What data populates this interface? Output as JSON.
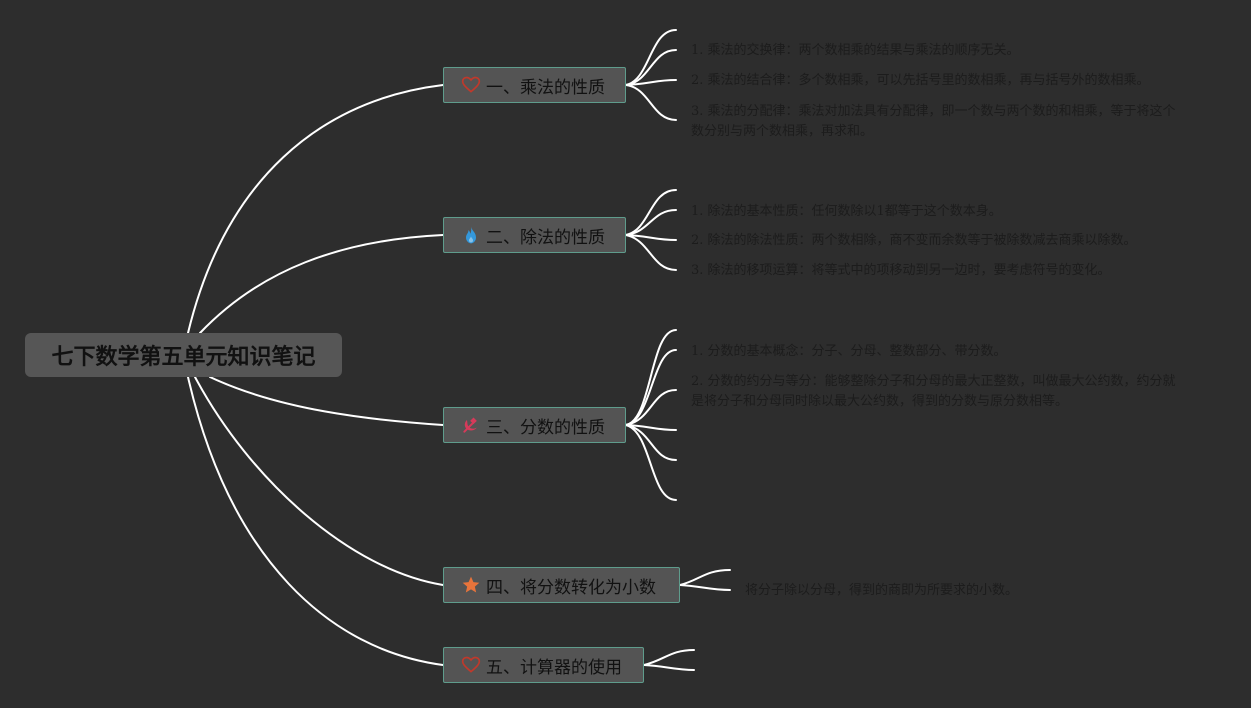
{
  "title": "七下数学第五单元知识笔记",
  "branches": [
    {
      "label": "一、乘法的性质",
      "icon": "heart-outline-icon",
      "icon_color": "#c0392b",
      "leaves": [
        "1. 乘法的交换律：两个数相乘的结果与乘法的顺序无关。",
        "2. 乘法的结合律：多个数相乘，可以先括号里的数相乘，再与括号外的数相乘。",
        "3. 乘法的分配律：乘法对加法具有分配律，即一个数与两个数的和相乘，等于将这个数分别与两个数相乘，再求和。"
      ]
    },
    {
      "label": "二、除法的性质",
      "icon": "flame-icon",
      "icon_color": "#3498db",
      "leaves": [
        "1. 除法的基本性质：任何数除以1都等于这个数本身。",
        "2. 除法的除法性质：两个数相除，商不变而余数等于被除数减去商乘以除数。",
        "3. 除法的移项运算：将等式中的项移动到另一边时，要考虑符号的变化。"
      ]
    },
    {
      "label": "三、分数的性质",
      "icon": "hammer-sickle-icon",
      "icon_color": "#d63a5a",
      "leaves": [
        "1. 分数的基本概念：分子、分母、整数部分、带分数。",
        "2. 分数的约分与等分：能够整除分子和分母的最大正整数，叫做最大公约数，约分就是将分子和分母同时除以最大公约数，得到的分数与原分数相等。"
      ]
    },
    {
      "label": "四、将分数转化为小数",
      "icon": "star-icon",
      "icon_color": "#e8743b",
      "leaves": [
        "将分子除以分母，得到的商即为所要求的小数。"
      ]
    },
    {
      "label": "五、计算器的使用",
      "icon": "heart-outline-icon",
      "icon_color": "#c0392b",
      "leaves": []
    }
  ],
  "colors": {
    "background": "#2d2d2d",
    "connector": "#ffffff",
    "branch_border": "#5f9c8c"
  }
}
